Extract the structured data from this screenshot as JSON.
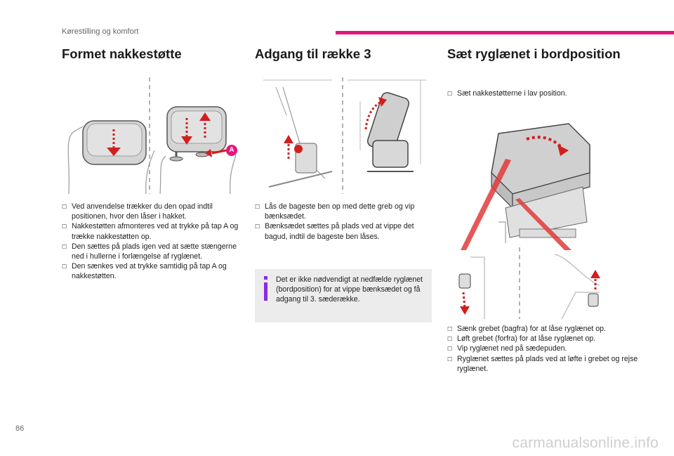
{
  "header": {
    "section_label": "Kørestilling og komfort"
  },
  "footer": {
    "page_number": "86",
    "watermark": "carmanualsonline.info"
  },
  "colors": {
    "accent": "#e6147c",
    "arrow": "#d21e1e",
    "info": "#8a2be2",
    "note_bg": "#ececec"
  },
  "col1": {
    "title": "Formet nakkestøtte",
    "callout_letter": "A",
    "bullets": [
      "Ved anvendelse trækker du den opad indtil positionen, hvor den låser i hakket.",
      "Nakkestøtten afmonteres ved at trykke på tap A og trække nakkestøtten op.",
      "Den sættes på plads igen ved at sætte stængerne ned i hullerne i forlængelse af ryglænet.",
      "Den sænkes ved at trykke samtidig på tap A og nakkestøtten."
    ]
  },
  "col2": {
    "title": "Adgang til række 3",
    "bullets": [
      "Lås de bageste ben op med dette greb og vip bænksædet.",
      "Bænksædet sættes på plads ved at vippe det bagud, indtil de bageste ben låses."
    ],
    "note": "Det er ikke nødvendigt at nedfælde ryglænet (bordposition) for at vippe bænksædet og få adgang til 3. sæderække."
  },
  "col3": {
    "title": "Sæt ryglænet i bordposition",
    "intro_bullet": "Sæt nakkestøtterne i lav position.",
    "bullets": [
      "Sænk grebet (bagfra) for at låse ryglænet op.",
      "Løft grebet (forfra) for at låse ryglænet op.",
      "Vip ryglænet ned på sædepuden.",
      "Ryglænet sættes på plads ved at løfte i grebet og rejse ryglænet."
    ]
  }
}
